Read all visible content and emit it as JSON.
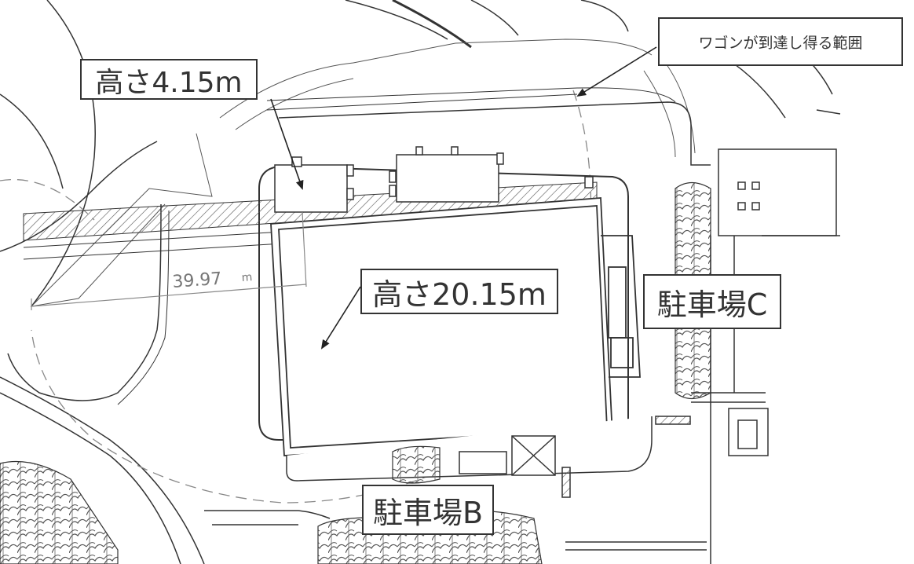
{
  "labels": {
    "wagon_range": "ワゴンが到達し得る範囲",
    "height_small": "高さ4.15m",
    "height_main": "高さ20.15m",
    "parking_c": "駐車場C",
    "parking_b": "駐車場B",
    "dimension": "39.97",
    "dimension_unit": "m"
  },
  "colors": {
    "line": "#333333",
    "hatch": "#555555",
    "dashed": "#888888",
    "background": "#ffffff"
  }
}
